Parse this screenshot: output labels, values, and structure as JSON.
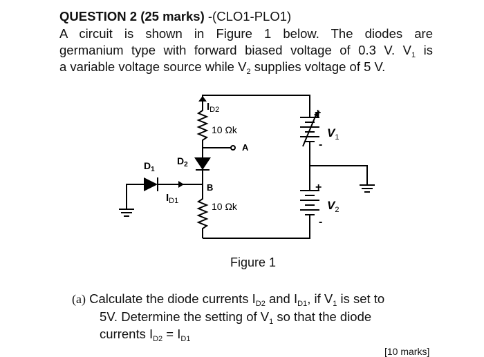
{
  "question": {
    "number_label": "QUESTION 2 (25 marks)",
    "clo": " -(CLO1-PLO1)",
    "intro": {
      "l1": "A circuit is shown in Figure 1 below. The diodes are",
      "l2": "germanium type with forward biased voltage of 0.3 V. V",
      "l2_sub": "1",
      "l2_end": " is",
      "l3a": "a variable voltage source while V",
      "l3_sub": "2",
      "l3b": " supplies voltage of 5 V."
    }
  },
  "figure": {
    "caption": "Figure 1",
    "labels": {
      "i_d2_main": "I",
      "i_d2_sub": "D2",
      "r1": "10 Ωk",
      "node_a": "A",
      "d1_main": "D",
      "d1_sub": "1",
      "d2_main": "D",
      "d2_sub": "2",
      "node_b": "B",
      "i_d1_main": "I",
      "i_d1_sub": "D1",
      "r2": "10 Ωk",
      "v1_main": "V",
      "v1_sub": "1",
      "v2_main": "V",
      "v2_sub": "2",
      "plus": "+",
      "minus": "-"
    }
  },
  "part_a": {
    "tag": "(a)",
    "l1a": " Calculate the diode currents I",
    "l1_sub1": "D2",
    "l1b": " and I",
    "l1_sub2": "D1",
    "l1c": ", if V",
    "l1_sub3": "1",
    "l1d": " is set to",
    "l2a": "5V. Determine the setting of V",
    "l2_sub": "1",
    "l2b": " so that the diode",
    "l3a": "currents I",
    "l3_sub1": "D2",
    "l3b": " = I",
    "l3_sub2": "D1"
  },
  "marks_cut": "[10 marks]"
}
